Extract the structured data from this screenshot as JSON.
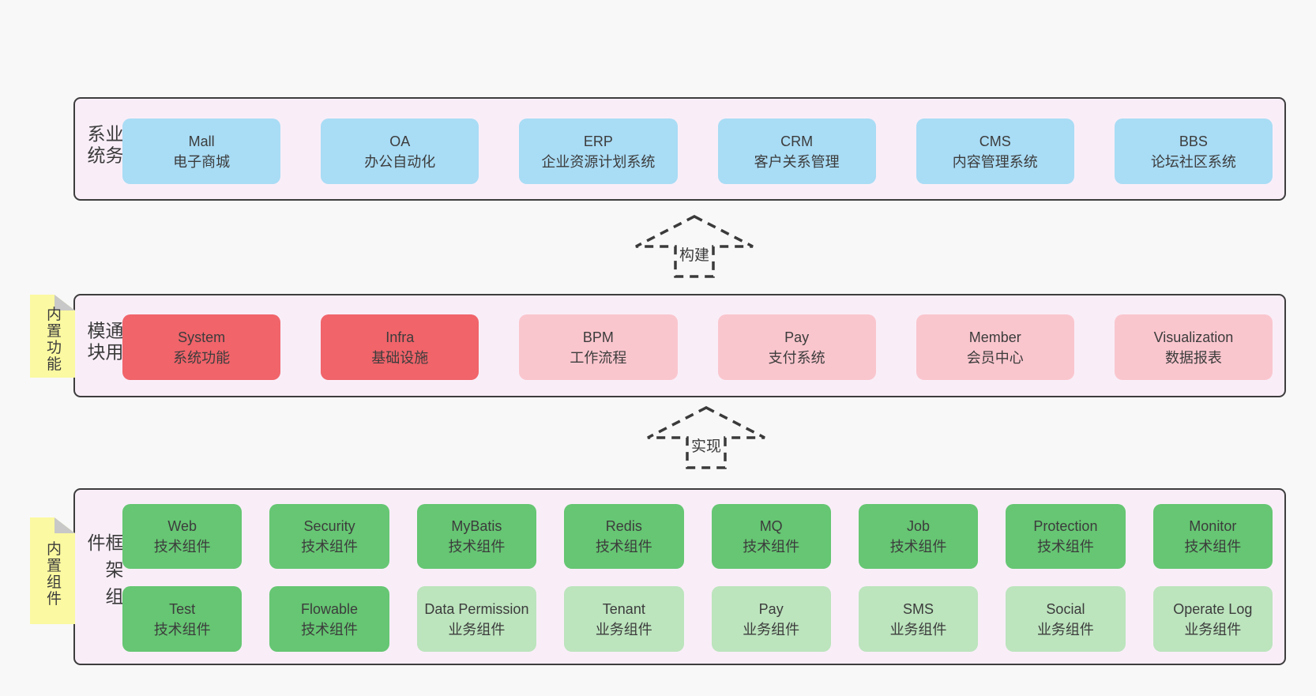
{
  "colors": {
    "page_bg": "#f8f8f8",
    "band_bg": "#f9eef8",
    "band_border": "#3d3d3d",
    "text": "#3f3f3f",
    "box_blue": "#a9dcf5",
    "box_red": "#f0646a",
    "box_pink": "#fac6ce",
    "box_green": "#66c673",
    "box_light_green": "#bce4bd",
    "sticky_yellow": "#fbf9a1",
    "sticky_fold_gray": "#c8c8c8"
  },
  "arrows": [
    {
      "label": "构建"
    },
    {
      "label": "实现"
    }
  ],
  "bands": [
    {
      "vertical_label": "业务系统",
      "rows": [
        [
          {
            "name": "Mall",
            "desc": "电子商城",
            "variant": "blue"
          },
          {
            "name": "OA",
            "desc": "办公自动化",
            "variant": "blue"
          },
          {
            "name": "ERP",
            "desc": "企业资源计划系统",
            "variant": "blue"
          },
          {
            "name": "CRM",
            "desc": "客户关系管理",
            "variant": "blue"
          },
          {
            "name": "CMS",
            "desc": "内容管理系统",
            "variant": "blue"
          },
          {
            "name": "BBS",
            "desc": "论坛社区系统",
            "variant": "blue"
          }
        ]
      ]
    },
    {
      "vertical_label": "通用模块",
      "sticky_label": "内置功能",
      "rows": [
        [
          {
            "name": "System",
            "desc": "系统功能",
            "variant": "red"
          },
          {
            "name": "Infra",
            "desc": "基础设施",
            "variant": "red"
          },
          {
            "name": "BPM",
            "desc": "工作流程",
            "variant": "pink"
          },
          {
            "name": "Pay",
            "desc": "支付系统",
            "variant": "pink"
          },
          {
            "name": "Member",
            "desc": "会员中心",
            "variant": "pink"
          },
          {
            "name": "Visualization",
            "desc": "数据报表",
            "variant": "pink"
          }
        ]
      ]
    },
    {
      "vertical_label": "框架组件",
      "sticky_label": "内置组件",
      "rows": [
        [
          {
            "name": "Web",
            "desc": "技术组件",
            "variant": "green"
          },
          {
            "name": "Security",
            "desc": "技术组件",
            "variant": "green"
          },
          {
            "name": "MyBatis",
            "desc": "技术组件",
            "variant": "green"
          },
          {
            "name": "Redis",
            "desc": "技术组件",
            "variant": "green"
          },
          {
            "name": "MQ",
            "desc": "技术组件",
            "variant": "green"
          },
          {
            "name": "Job",
            "desc": "技术组件",
            "variant": "green"
          },
          {
            "name": "Protection",
            "desc": "技术组件",
            "variant": "green"
          },
          {
            "name": "Monitor",
            "desc": "技术组件",
            "variant": "green"
          }
        ],
        [
          {
            "name": "Test",
            "desc": "技术组件",
            "variant": "green"
          },
          {
            "name": "Flowable",
            "desc": "技术组件",
            "variant": "green"
          },
          {
            "name": "Data Permission",
            "desc": "业务组件",
            "variant": "lightgreen"
          },
          {
            "name": "Tenant",
            "desc": "业务组件",
            "variant": "lightgreen"
          },
          {
            "name": "Pay",
            "desc": "业务组件",
            "variant": "lightgreen"
          },
          {
            "name": "SMS",
            "desc": "业务组件",
            "variant": "lightgreen"
          },
          {
            "name": "Social",
            "desc": "业务组件",
            "variant": "lightgreen"
          },
          {
            "name": "Operate Log",
            "desc": "业务组件",
            "variant": "lightgreen"
          }
        ]
      ]
    }
  ]
}
